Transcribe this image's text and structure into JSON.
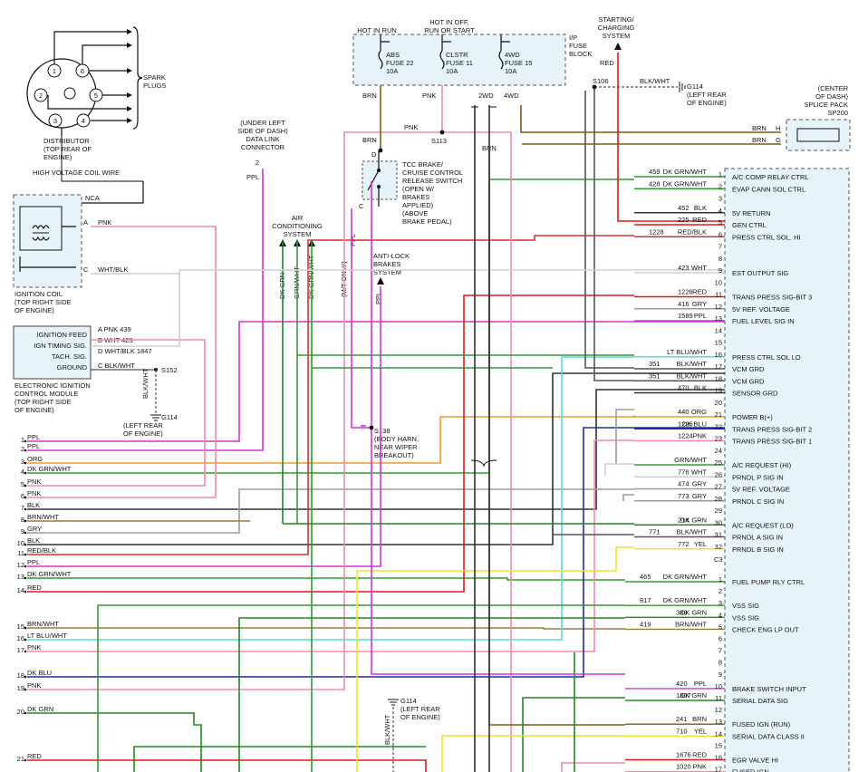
{
  "colors": {
    "PPL": "#d633d6",
    "PNK": "#f28aa8",
    "ORG": "#f39a2a",
    "DKGRNWHT": "#2e9a2e",
    "BLK": "#333333",
    "BRNWHT": "#9a7a3a",
    "GRY": "#9a9a9a",
    "REDBLK": "#d23232",
    "RED": "#e01818",
    "LTBLUWHT": "#5ad6e6",
    "DKBLU": "#1a2fa0",
    "DKGRN": "#1f8a1f",
    "WHT": "#cfcfcf",
    "YEL": "#f2e22a",
    "BRN": "#7a5a1a",
    "BLKWHT": "#555555",
    "GRNWHT": "#3a9a3a",
    "LTGRN": "#7acc7a",
    "DKGRNBLK": "#1f6a1f"
  },
  "labels": {
    "spark_plugs": [
      "SPARK",
      "PLUGS"
    ],
    "distributor": [
      "DISTRIBUTOR",
      "(TOP REAR OF",
      "ENGINE)"
    ],
    "hv_coil_wire": "HIGH VOLTAGE COIL WIRE",
    "nca": "NCA",
    "coil_a_pnk": "PNK",
    "coil_c_whtblk": "WHT/BLK",
    "ignition_coil": [
      "IGNITION COIL",
      "(TOP RIGHT SIDE",
      "OF ENGINE)"
    ],
    "icm_pins": [
      "IGNITION FEED",
      "IGN TIMING SIG.",
      "TACH. SIG.",
      "GROUND"
    ],
    "icm_wires": [
      "A  PNK  439",
      "B  WHT  423",
      "D  WHT/BLK   1847",
      "C  BLK/WHT"
    ],
    "icm_name": [
      "ELECTRONIC IGNITION",
      "CONTROL MODULE",
      "(TOP RIGHT SIDE",
      "OF ENGINE)"
    ],
    "s152": "S152",
    "blk_wht_v": "BLK/WHT",
    "g114_a": [
      "G114",
      "(LEFT REAR",
      "OF ENGINE)"
    ],
    "dlc": [
      "(UNDER LEFT",
      "SIDE OF DASH)",
      "DATA LINK",
      "CONNECTOR"
    ],
    "dlc_pin": "2",
    "dlc_ppl": "PPL",
    "ac_system": [
      "AIR",
      "CONDITIONING",
      "SYSTEM"
    ],
    "ac_wires": [
      "DK GRN",
      "GRN/WHT",
      "DK GRN/WHT"
    ],
    "mt_only": "(M/T ONLY)",
    "ppl_v": "PPL",
    "tcc": [
      "TCC BRAKE/",
      "CRUISE CONTROL",
      "RELEASE SWITCH",
      "(OPEN W/",
      "BRAKES",
      "APPLIED)",
      "(ABOVE",
      "BRAKE PEDAL)"
    ],
    "tcc_d": "D",
    "tcc_c": "C",
    "abs_system": [
      "ANTI-LOCK",
      "BRAKES",
      "SYSTEM"
    ],
    "s138": [
      "S138",
      "(BODY HARN,",
      "NEAR WIPER",
      "BREAKOUT)"
    ],
    "hot_run": "HOT IN RUN",
    "hot_off": [
      "HOT IN OFF,",
      "RUN OR START"
    ],
    "fuses": [
      [
        "ABS",
        "FUSE 22",
        "10A"
      ],
      [
        "CLSTR",
        "FUSE 11",
        "10A"
      ],
      [
        "4WD",
        "FUSE 15",
        "10A"
      ]
    ],
    "ip_fuse": [
      "I/P",
      "FUSE",
      "BLOCK"
    ],
    "brn": "BRN",
    "pnk": "PNK",
    "s113": "S113",
    "wd2": "2WD",
    "wd4": "4WD",
    "starting": [
      "STARTING/",
      "CHARGING",
      "SYSTEM"
    ],
    "red": "RED",
    "s106": "S106",
    "blk_wht_h": "BLK/WHT",
    "g114_b": [
      "G114",
      "(LEFT REAR",
      "OF ENGINE)"
    ],
    "splice": [
      "(CENTER",
      "OF DASH)",
      "SPLICE PACK",
      "SP200"
    ],
    "splice_brn_h": "BRN",
    "splice_brn_g": "BRN",
    "splice_h": "H",
    "splice_g": "G",
    "g114_c": [
      "G114",
      "(LEFT REAR",
      "OF ENGINE)"
    ],
    "blk_wht_v2": "BLK/WHT",
    "c3": "C3"
  },
  "left_wires": [
    {
      "n": "1",
      "label": "PPL",
      "color": "PPL"
    },
    {
      "n": "2",
      "label": "PPL",
      "color": "PPL"
    },
    {
      "n": "3",
      "label": "ORG",
      "color": "ORG"
    },
    {
      "n": "4",
      "label": "DK GRN/WHT",
      "color": "DKGRNWHT"
    },
    {
      "n": "5",
      "label": "PNK",
      "color": "PNK"
    },
    {
      "n": "6",
      "label": "PNK",
      "color": "PNK"
    },
    {
      "n": "7",
      "label": "BLK",
      "color": "BLK"
    },
    {
      "n": "8",
      "label": "BRN/WHT",
      "color": "BRNWHT"
    },
    {
      "n": "9",
      "label": "GRY",
      "color": "GRY"
    },
    {
      "n": "10",
      "label": "BLK",
      "color": "BLK"
    },
    {
      "n": "11",
      "label": "RED/BLK",
      "color": "REDBLK"
    },
    {
      "n": "12",
      "label": "PPL",
      "color": "PPL"
    },
    {
      "n": "13",
      "label": "DK GRN/WHT",
      "color": "DKGRNWHT"
    },
    {
      "n": "14",
      "label": "RED",
      "color": "RED"
    },
    {
      "n": "15",
      "label": "BRN/WHT",
      "color": "BRNWHT"
    },
    {
      "n": "16",
      "label": "LT BLU/WHT",
      "color": "LTBLUWHT"
    },
    {
      "n": "17",
      "label": "PNK",
      "color": "PNK"
    },
    {
      "n": "18",
      "label": "DK BLU",
      "color": "DKBLU"
    },
    {
      "n": "19",
      "label": "PNK",
      "color": "PNK"
    },
    {
      "n": "20",
      "label": "DK GRN",
      "color": "DKGRN"
    },
    {
      "n": "21",
      "label": "RED",
      "color": "RED"
    }
  ],
  "pcm_pins": [
    {
      "pin": "1",
      "circuit": "459",
      "wire": "DK GRN/WHT",
      "name": "A/C COMP RELAY CTRL",
      "color": "DKGRNWHT"
    },
    {
      "pin": "2",
      "circuit": "428",
      "wire": "DK GRN/WHT",
      "name": "EVAP CANN SOL CTRL",
      "color": "DKGRNWHT"
    },
    {
      "pin": "3",
      "circuit": "",
      "wire": "",
      "name": "",
      "color": ""
    },
    {
      "pin": "4",
      "circuit": "452",
      "wire": "BLK",
      "name": "5V RETURN",
      "color": "BLK"
    },
    {
      "pin": "5",
      "circuit": "225",
      "wire": "RED",
      "name": "GEN CTRL",
      "color": "RED"
    },
    {
      "pin": "6",
      "circuit": "1228",
      "wire": "RED/BLK",
      "name": "PRESS CTRL SOL. HI",
      "color": "REDBLK"
    },
    {
      "pin": "7",
      "circuit": "",
      "wire": "",
      "name": "",
      "color": ""
    },
    {
      "pin": "8",
      "circuit": "",
      "wire": "",
      "name": "",
      "color": ""
    },
    {
      "pin": "9",
      "circuit": "423",
      "wire": "WHT",
      "name": "EST OUTPUT SIG",
      "color": "WHT"
    },
    {
      "pin": "10",
      "circuit": "",
      "wire": "",
      "name": "",
      "color": ""
    },
    {
      "pin": "11",
      "circuit": "1226",
      "wire": "RED",
      "name": "TRANS PRESS SIG-BIT 3",
      "color": "RED"
    },
    {
      "pin": "12",
      "circuit": "416",
      "wire": "GRY",
      "name": "5V REF. VOLTAGE",
      "color": "GRY"
    },
    {
      "pin": "13",
      "circuit": "1589",
      "wire": "PPL",
      "name": "FUEL LEVEL SIG IN",
      "color": "PPL"
    },
    {
      "pin": "14",
      "circuit": "",
      "wire": "",
      "name": "",
      "color": ""
    },
    {
      "pin": "15",
      "circuit": "",
      "wire": "",
      "name": "",
      "color": ""
    },
    {
      "pin": "16",
      "circuit": "",
      "wire": "LT BLU/WHT",
      "name": "PRESS CTRL SOL LO",
      "color": "LTBLUWHT"
    },
    {
      "pin": "17",
      "circuit": "351",
      "wire": "BLK/WHT",
      "name": "VCM GRD",
      "color": "BLKWHT"
    },
    {
      "pin": "18",
      "circuit": "351",
      "wire": "BLK/WHT",
      "name": "VCM GRD",
      "color": "BLKWHT"
    },
    {
      "pin": "19",
      "circuit": "470",
      "wire": "BLK",
      "name": "SENSOR GRD",
      "color": "BLK"
    },
    {
      "pin": "20",
      "circuit": "",
      "wire": "",
      "name": "",
      "color": ""
    },
    {
      "pin": "21",
      "circuit": "440",
      "wire": "ORG",
      "name": "POWER B(+)",
      "color": "ORG"
    },
    {
      "pin": "22",
      "circuit": "1225",
      "wire": "DK BLU",
      "name": "TRANS PRESS SIG-BIT 2",
      "color": "DKBLU"
    },
    {
      "pin": "23",
      "circuit": "1224",
      "wire": "PNK",
      "name": "TRANS PRESS SIG-BIT 1",
      "color": "PNK"
    },
    {
      "pin": "24",
      "circuit": "",
      "wire": "",
      "name": "",
      "color": ""
    },
    {
      "pin": "25",
      "circuit": "",
      "wire": "GRN/WHT",
      "name": "A/C REQUEST (HI)",
      "color": "GRNWHT"
    },
    {
      "pin": "26",
      "circuit": "776",
      "wire": "WHT",
      "name": "PRNDL P SIG IN",
      "color": "WHT"
    },
    {
      "pin": "27",
      "circuit": "474",
      "wire": "GRY",
      "name": "5V REF. VOLTAGE",
      "color": "GRY"
    },
    {
      "pin": "28",
      "circuit": "773",
      "wire": "GRY",
      "name": "PRNDL C SIG IN",
      "color": "GRY"
    },
    {
      "pin": "29",
      "circuit": "",
      "wire": "",
      "name": "",
      "color": ""
    },
    {
      "pin": "30",
      "circuit": "214",
      "wire": "DK GRN",
      "name": "A/C REQUEST (LO)",
      "color": "DKGRN"
    },
    {
      "pin": "31",
      "circuit": "771",
      "wire": "BLK/WHT",
      "name": "PRNDL A SIG IN",
      "color": "BLKWHT"
    },
    {
      "pin": "32",
      "circuit": "772",
      "wire": "YEL",
      "name": "PRNDL B SIG IN",
      "color": "YEL"
    }
  ],
  "c3_pins": [
    {
      "pin": "1",
      "circuit": "465",
      "wire": "DK GRN/WHT",
      "name": "FUEL PUMP RLY CTRL",
      "color": "DKGRNWHT"
    },
    {
      "pin": "2",
      "circuit": "",
      "wire": "",
      "name": "",
      "color": ""
    },
    {
      "pin": "3",
      "circuit": "817",
      "wire": "DK GRN/WHT",
      "name": "VSS SIG",
      "color": "DKGRNWHT"
    },
    {
      "pin": "4",
      "circuit": "389",
      "wire": "DK GRN",
      "name": "VSS SIG",
      "color": "DKGRN"
    },
    {
      "pin": "5",
      "circuit": "419",
      "wire": "BRN/WHT",
      "name": "CHECK ENG LP OUT",
      "color": "BRNWHT"
    },
    {
      "pin": "6",
      "circuit": "",
      "wire": "",
      "name": "",
      "color": ""
    },
    {
      "pin": "7",
      "circuit": "",
      "wire": "",
      "name": "",
      "color": ""
    },
    {
      "pin": "8",
      "circuit": "",
      "wire": "",
      "name": "",
      "color": ""
    },
    {
      "pin": "9",
      "circuit": "",
      "wire": "",
      "name": "",
      "color": ""
    },
    {
      "pin": "10",
      "circuit": "420",
      "wire": "PPL",
      "name": "BRAKE SWITCH INPUT",
      "color": "PPL"
    },
    {
      "pin": "11",
      "circuit": "1807",
      "wire": "DK GRN",
      "name": "SERIAL DATA SIG",
      "color": "DKGRN"
    },
    {
      "pin": "12",
      "circuit": "",
      "wire": "",
      "name": "",
      "color": ""
    },
    {
      "pin": "13",
      "circuit": "241",
      "wire": "BRN",
      "name": "FUSED IGN (RUN)",
      "color": "BRN"
    },
    {
      "pin": "14",
      "circuit": "710",
      "wire": "YEL",
      "name": "SERIAL DATA CLASS II",
      "color": "YEL"
    },
    {
      "pin": "15",
      "circuit": "",
      "wire": "",
      "name": "",
      "color": ""
    },
    {
      "pin": "16",
      "circuit": "1676",
      "wire": "RED",
      "name": "EGR VALVE HI",
      "color": "RED"
    },
    {
      "pin": "17",
      "circuit": "1020",
      "wire": "PNK",
      "name": "FUSED IGN",
      "color": "PNK"
    }
  ]
}
